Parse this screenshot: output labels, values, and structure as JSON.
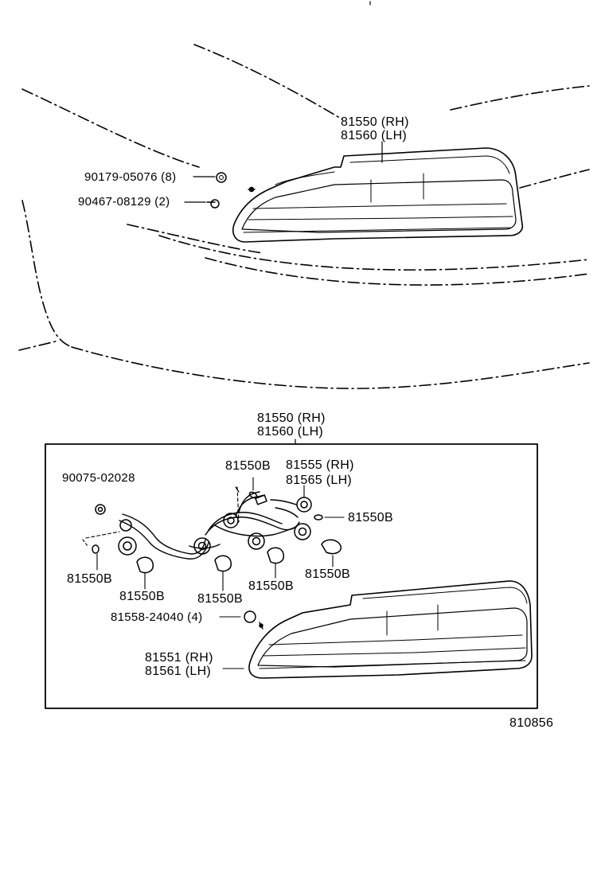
{
  "top_view": {
    "lamp_part_rh": "81550 (RH)",
    "lamp_part_lh": "81560 (LH)",
    "screw_part": "90179-05076 (8)",
    "clip_part": "90467-08129 (2)"
  },
  "detail_view": {
    "assembly_rh": "81550 (RH)",
    "assembly_lh": "81560 (LH)",
    "nut_part": "90075-02028",
    "socket_rh": "81555 (RH)",
    "socket_lh": "81565 (LH)",
    "bulb_label": "81550B",
    "gasket_part": "81558-24040 (4)",
    "lens_rh": "81551 (RH)",
    "lens_lh": "81561 (LH)"
  },
  "figure_code": "810856"
}
